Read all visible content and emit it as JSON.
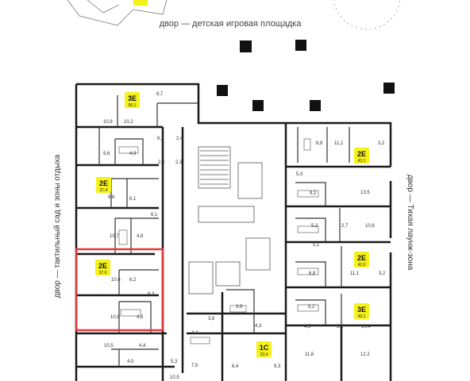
{
  "labels": {
    "top": "двор — детская игровая площадка",
    "left": "двор — тактильный сад и зоны отдыха",
    "right": "двор — Тихая лаунж-зона"
  },
  "colors": {
    "badge": "#f5f219",
    "highlight": "#e0393a",
    "wall": "#1a1a1a"
  },
  "apartments": [
    {
      "type": "3E",
      "area": "56,1"
    },
    {
      "type": "2E",
      "area": "37,4"
    },
    {
      "type": "2E",
      "area": "37,6"
    },
    {
      "type": "2E",
      "area": "43,1"
    },
    {
      "type": "2E",
      "area": "42,9"
    },
    {
      "type": "3E",
      "area": "49,1"
    },
    {
      "type": "1C",
      "area": "23,4"
    }
  ],
  "room_areas": [
    "8,7",
    "10,8",
    "10,2",
    "9,6",
    "4,9",
    "6,2",
    "2,4",
    "2,4",
    "2,3",
    "9,6",
    "6,1",
    "6,1",
    "10,7",
    "4,8",
    "10,6",
    "6,2",
    "6,3",
    "10,6",
    "4,8",
    "10,5",
    "4,4",
    "4,0",
    "5,3",
    "4,4",
    "3,8",
    "3,9",
    "4,3",
    "7,5",
    "6,4",
    "9,3",
    "6,8",
    "11,2",
    "3,2",
    "5,0",
    "9,2",
    "13,5",
    "5,2",
    "2,7",
    "10,6",
    "5,1",
    "6,8",
    "11,1",
    "3,2",
    "5,2",
    "4,5",
    "5,2",
    "10,4",
    "11,6",
    "12,2",
    "10,5"
  ]
}
